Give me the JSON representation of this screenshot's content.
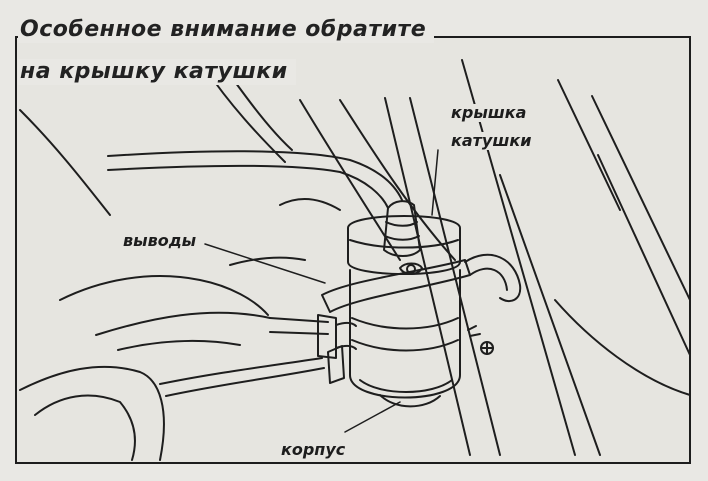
{
  "title": {
    "line1": "Особенное внимание обратите",
    "line2": "на крышку катушки"
  },
  "labels": {
    "cap_line1": "крышка",
    "cap_line2": "катушки",
    "terminals": "выводы",
    "body": "корпус"
  }
}
